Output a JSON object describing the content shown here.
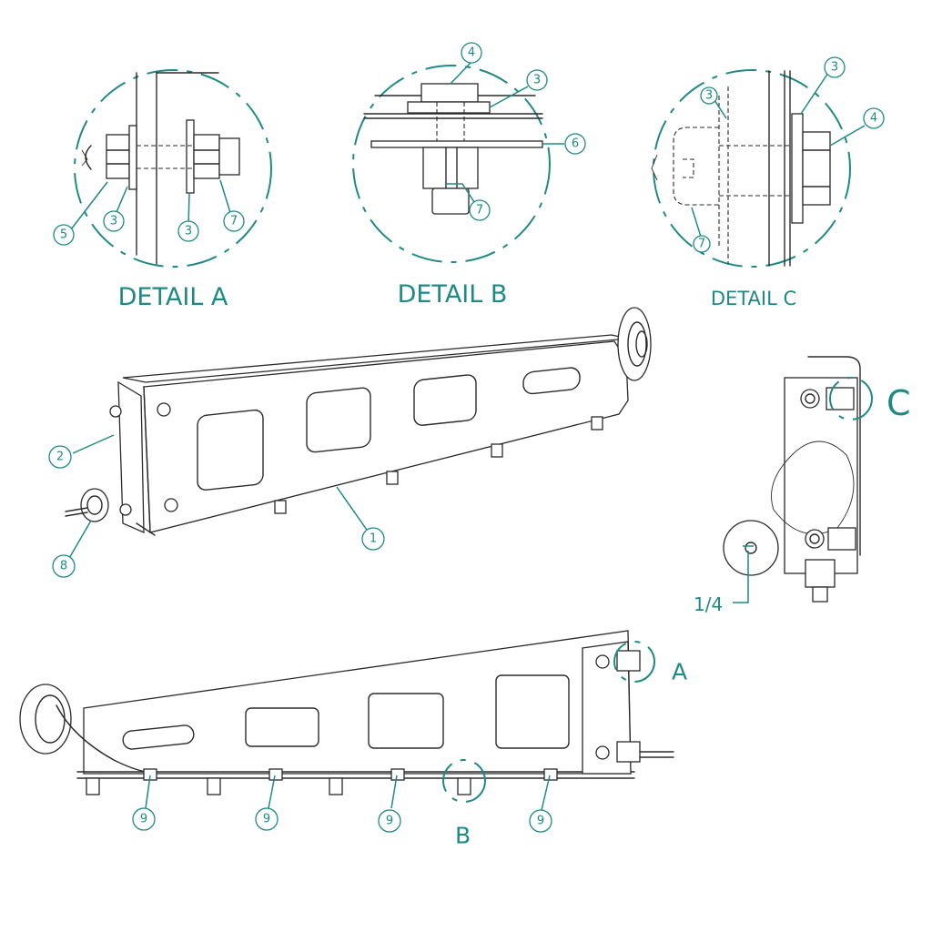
{
  "details": {
    "a": {
      "title": "DETAIL A",
      "balloons": {
        "five": "5",
        "three_left": "3",
        "three_right": "3",
        "seven": "7"
      }
    },
    "b": {
      "title": "DETAIL B",
      "balloons": {
        "four": "4",
        "three": "3",
        "six": "6",
        "seven": "7"
      }
    },
    "c": {
      "title": "DETAIL C",
      "balloons": {
        "three_top": "3",
        "three_left": "3",
        "four": "4",
        "seven": "7"
      }
    }
  },
  "main_view": {
    "balloons": {
      "one": "1",
      "two": "2",
      "eight": "8"
    }
  },
  "end_view": {
    "callout_c": "C",
    "dimension": "1/4"
  },
  "side_view": {
    "callout_a": "A",
    "callout_b": "B",
    "balloons": [
      "9",
      "9",
      "9",
      "9"
    ]
  },
  "colors": {
    "accent": "#1f8a84",
    "line": "#2a2a2a"
  }
}
